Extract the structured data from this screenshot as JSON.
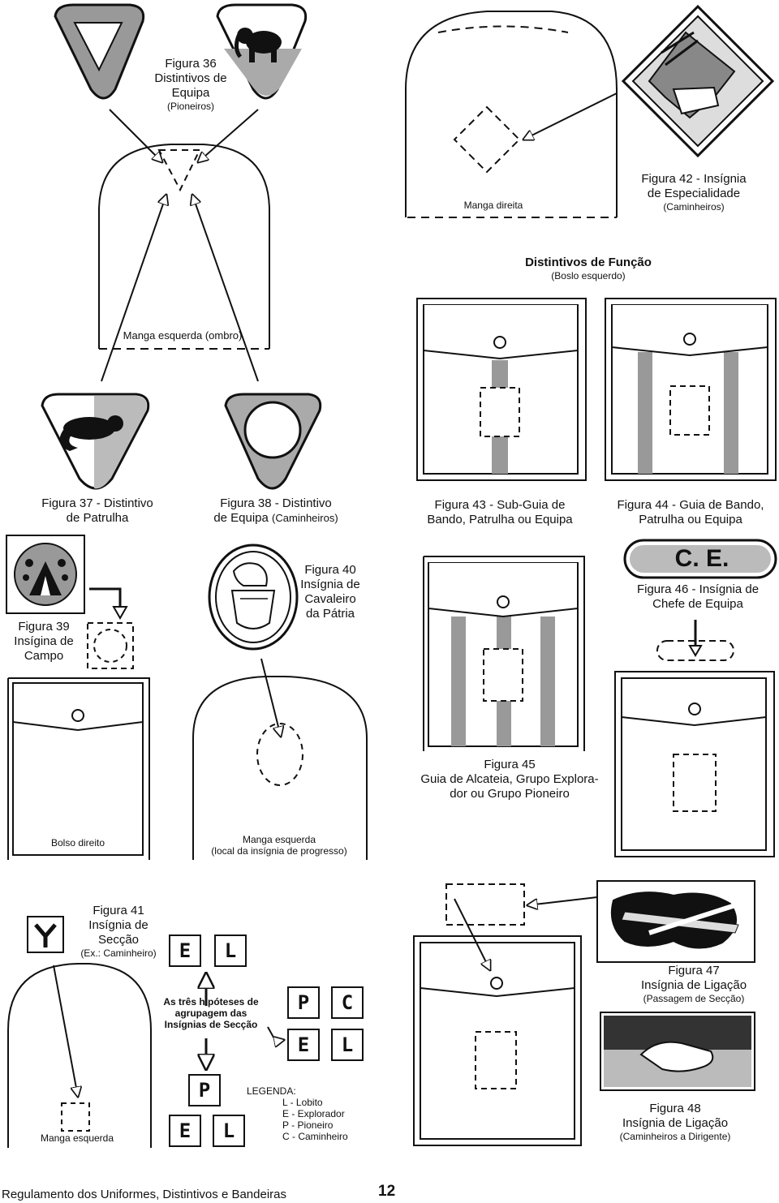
{
  "labels": {
    "fig36": [
      "Figura 36",
      "Distintivos de",
      "Equipa"
    ],
    "fig36_sub": "(Pioneiros)",
    "fig42": [
      "Figura 42 - Insígnia",
      "de Especialidade"
    ],
    "fig42_sub": "(Caminheiros)",
    "manga_direita": "Manga direita",
    "funcao_title": "Distintivos de Função",
    "funcao_sub": "(Boslo esquerdo)",
    "manga_esq_ombro": "Manga esquerda (ombro)",
    "fig37": [
      "Figura 37 - Distintivo",
      "de Patrulha"
    ],
    "fig38": [
      "Figura 38 - Distintivo",
      "de Equipa"
    ],
    "fig38_sub": "(Caminheiros)",
    "fig43": [
      "Figura 43 - Sub-Guia de",
      "Bando, Patrulha ou Equipa"
    ],
    "fig44": [
      "Figura 44 - Guia de Bando,",
      "Patrulha ou Equipa"
    ],
    "fig39": [
      "Figura 39",
      "Insígina de",
      "Campo"
    ],
    "fig40": [
      "Figura 40",
      "Insígnia de",
      "Cavaleiro",
      "da Pátria"
    ],
    "ce_badge": "C. E.",
    "fig46": [
      "Figura 46 - Insígnia de",
      "Chefe de Equipa"
    ],
    "fig45": [
      "Figura 45",
      "Guia de Alcateia, Grupo Explora-",
      "dor ou Grupo Pioneiro"
    ],
    "bolso_direito": "Bolso direito",
    "manga_esq_progresso": [
      "Manga esquerda",
      "(local da insígnia de progresso)"
    ],
    "fig41": [
      "Figura 41",
      "Insígnia de",
      "Secção"
    ],
    "fig41_sub": "(Ex.: Caminheiro)",
    "tres_hipoteses": [
      "As três hipóteses de",
      "agrupagem   das",
      "Insígnias de Secção"
    ],
    "fig47": [
      "Figura 47",
      "Insígnia de Ligação"
    ],
    "fig47_sub": "(Passagem de Secção)",
    "fig48": [
      "Figura 48",
      "Insígnia de Ligação"
    ],
    "fig48_sub": "(Caminheiros a Dirigente)",
    "manga_esquerda": "Manga esquerda",
    "legenda": [
      "LEGENDA:",
      "L - Lobito",
      "E - Explorador",
      "P - Pioneiro",
      "C - Caminheiro"
    ],
    "letters": {
      "e": "E",
      "l": "L",
      "p": "P",
      "c": "C",
      "y": "Y"
    }
  },
  "footer": {
    "title": "Regulamento dos Uniformes, Distintivos e Bandeiras",
    "page": "12"
  },
  "icons": [
    "elephant-icon",
    "panther-icon",
    "knight-helmet-icon",
    "tent-stars-icon",
    "knot-icon",
    "handshake-icon",
    "mountain-icon"
  ]
}
